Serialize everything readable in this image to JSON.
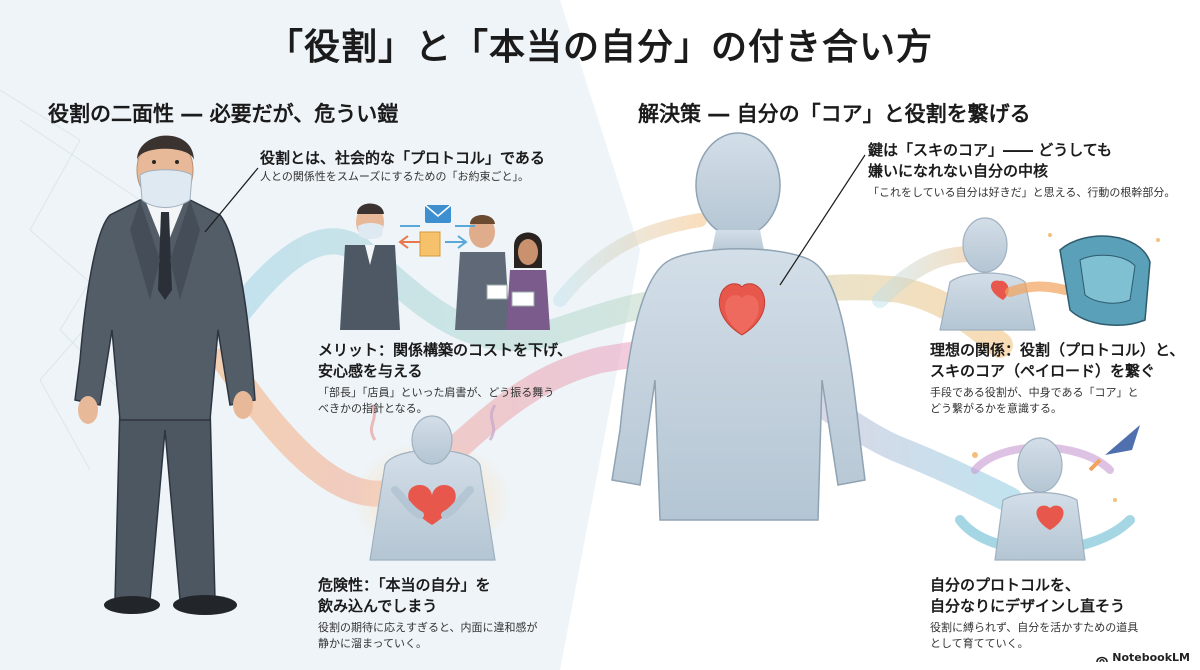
{
  "title": "「役割」と「本当の自分」の付き合い方",
  "left": {
    "heading": "役割の二面性 ― 必要だが、危うい鎧",
    "protocol": {
      "heading": "役割とは、社会的な「プロトコル」である",
      "body": "人との関係性をスムーズにするための「お約束ごと」。"
    },
    "merit": {
      "heading_1": "メリット：関係構築のコストを下げ、",
      "heading_2": "安心感を与える",
      "body_1": "「部長」「店員」といった肩書が、どう振る舞う",
      "body_2": "べきかの指針となる。"
    },
    "danger": {
      "heading_1": "危険性：「本当の自分」を",
      "heading_2": "飲み込んでしまう",
      "body_1": "役割の期待に応えすぎると、内面に違和感が",
      "body_2": "静かに溜まっていく。"
    }
  },
  "right": {
    "heading": "解決策 ― 自分の「コア」と役割を繋げる",
    "key": {
      "heading_1": "鍵は「スキのコア」―― どうしても",
      "heading_2": "嫌いになれない自分の中核",
      "body": "「これをしている自分は好きだ」と思える、行動の根幹部分。"
    },
    "ideal": {
      "heading_1": "理想の関係：役割（プロトコル）と、",
      "heading_2": "スキのコア（ペイロード）を繋ぐ",
      "body_1": "手段である役割が、中身である「コア」と",
      "body_2": "どう繋がるかを意識する。"
    },
    "redesign": {
      "heading_1": "自分のプロトコルを、",
      "heading_2": "自分なりにデザインし直そう",
      "body_1": "役割に縛られず、自分を活かすための道具",
      "body_2": "として育てていく。"
    }
  },
  "brand": "NotebookLM",
  "colors": {
    "suit": "#4a535e",
    "heart": "#e8574b",
    "figure": "#c9d7e3",
    "ribbon_blue": "#8ec9de",
    "ribbon_orange": "#f0a868"
  },
  "icons": [
    "mask-icon",
    "envelope-icon",
    "document-icon",
    "heart-icon",
    "armor-icon",
    "rocket-icon",
    "notebooklm-logo-icon"
  ]
}
